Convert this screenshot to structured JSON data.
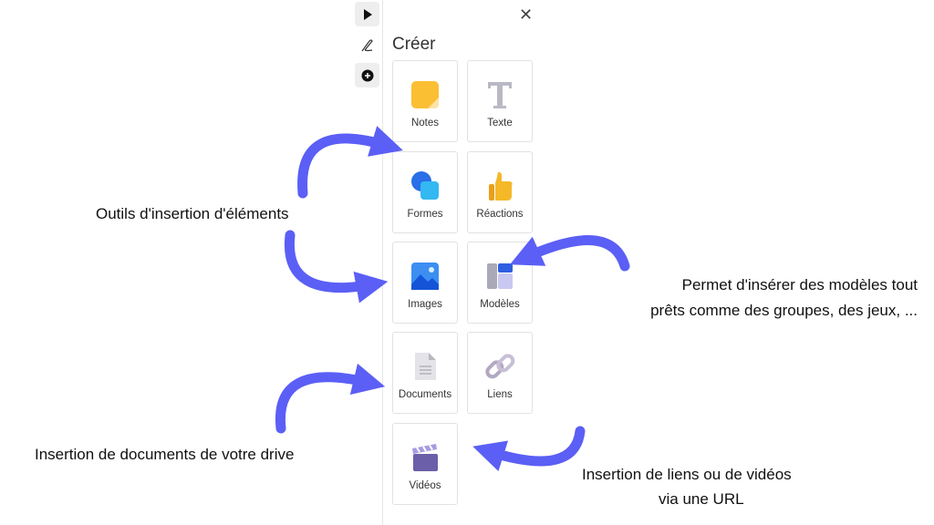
{
  "panel": {
    "title": "Créer",
    "close_icon": "close-icon"
  },
  "toolbar": {
    "items": [
      "select-icon",
      "pen-icon",
      "add-icon"
    ]
  },
  "tiles": [
    {
      "label": "Notes",
      "icon": "sticky-note-icon"
    },
    {
      "label": "Texte",
      "icon": "text-icon"
    },
    {
      "label": "Formes",
      "icon": "shapes-icon"
    },
    {
      "label": "Réactions",
      "icon": "thumbs-up-icon"
    },
    {
      "label": "Images",
      "icon": "image-icon"
    },
    {
      "label": "Modèles",
      "icon": "template-icon"
    },
    {
      "label": "Documents",
      "icon": "document-icon"
    },
    {
      "label": "Liens",
      "icon": "link-icon"
    },
    {
      "label": "Vidéos",
      "icon": "video-icon"
    }
  ],
  "annotations": {
    "tools": "Outils d'insertion d'éléments",
    "templates_1": "Permet d'insérer des modèles tout",
    "templates_2": "prêts comme des groupes, des jeux, ...",
    "documents": "Insertion de documents de votre drive",
    "links_1": "Insertion de liens ou de vidéos",
    "links_2": "via une URL"
  },
  "colors": {
    "arrow": "#5b5ff5"
  }
}
